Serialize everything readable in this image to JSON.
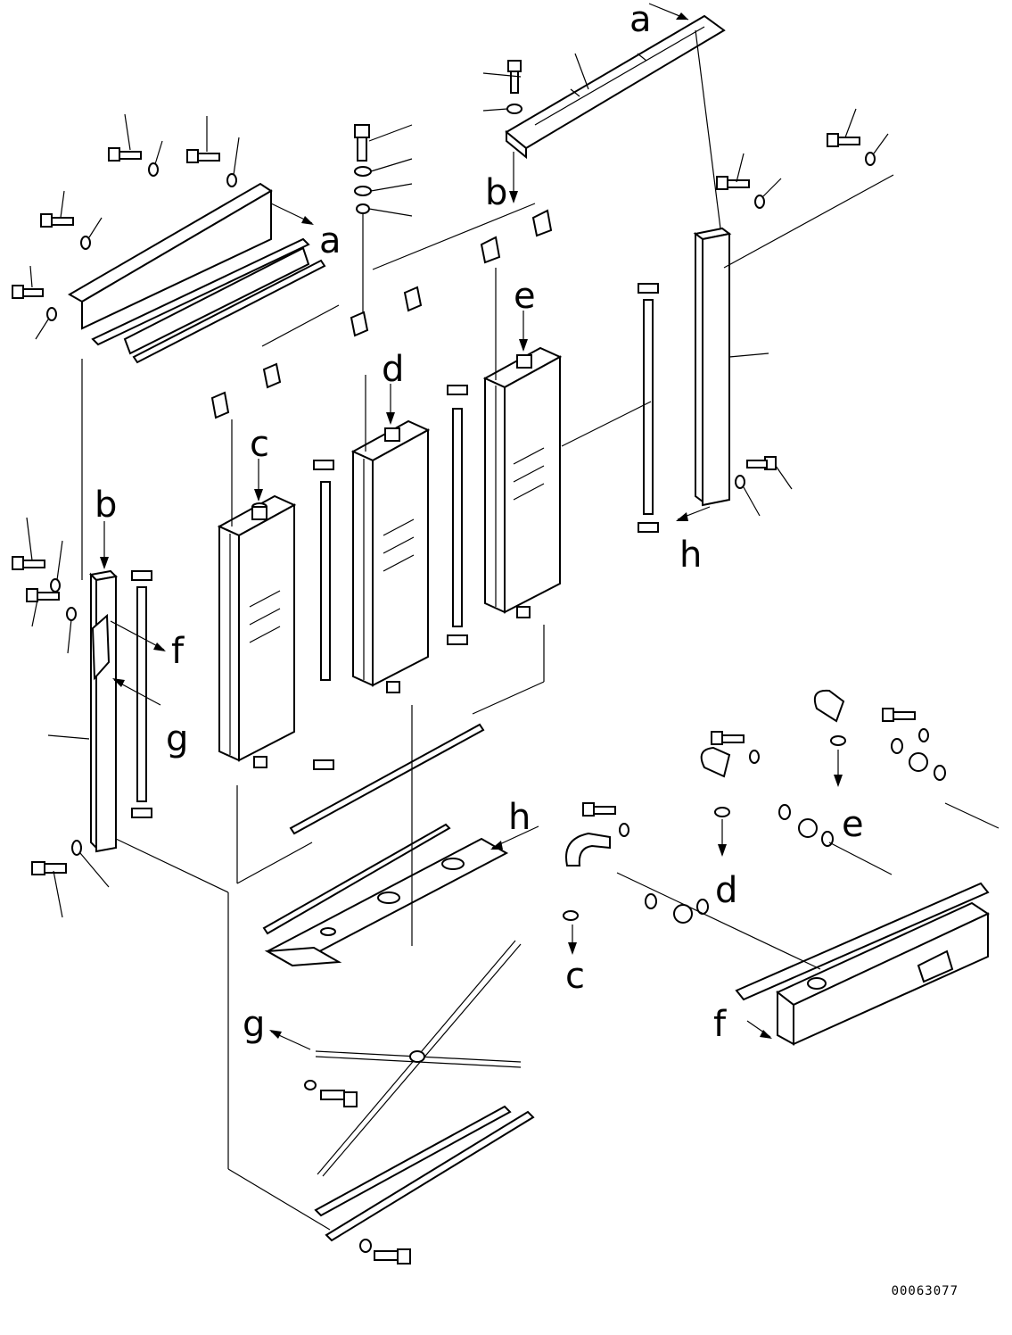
{
  "drawing_number": "00063077",
  "reference_letters": [
    {
      "id": "a-top",
      "text": "a"
    },
    {
      "id": "a-left",
      "text": "a"
    },
    {
      "id": "b-top",
      "text": "b"
    },
    {
      "id": "b-left",
      "text": "b"
    },
    {
      "id": "c-core",
      "text": "c"
    },
    {
      "id": "c-hose",
      "text": "c"
    },
    {
      "id": "d-core",
      "text": "d"
    },
    {
      "id": "d-hose",
      "text": "d"
    },
    {
      "id": "e-core",
      "text": "e"
    },
    {
      "id": "e-hose",
      "text": "e"
    },
    {
      "id": "f-left",
      "text": "f"
    },
    {
      "id": "f-tank",
      "text": "f"
    },
    {
      "id": "g-left",
      "text": "g"
    },
    {
      "id": "g-brace",
      "text": "g"
    },
    {
      "id": "h-right",
      "text": "h"
    },
    {
      "id": "h-bottom",
      "text": "h"
    }
  ]
}
